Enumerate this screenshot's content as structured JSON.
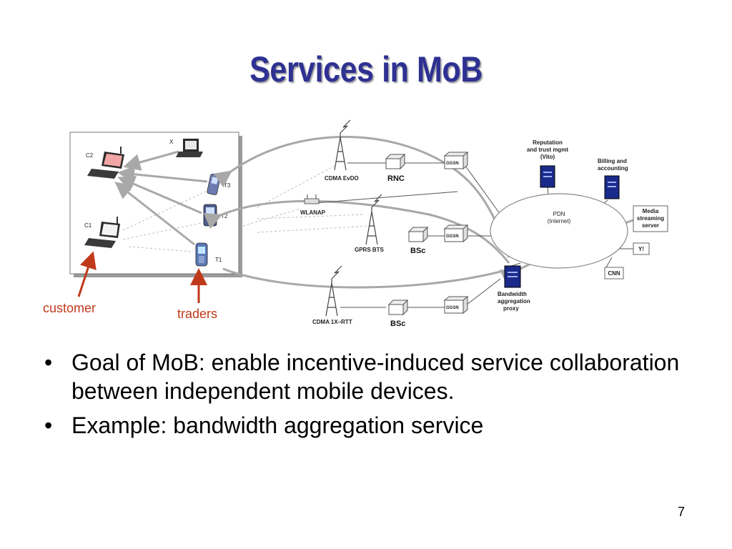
{
  "slide": {
    "title": "Services in MoB",
    "page_number": "7"
  },
  "diagram": {
    "devices": {
      "c2": "C2",
      "c1": "C1",
      "x": "X",
      "t3": "T3",
      "t2": "T2",
      "t1": "T1"
    },
    "network": {
      "cdma_evdo": "CDMA EvDO",
      "rnc": "RNC",
      "ggsn_top": "GGSN",
      "wlanap": "WLANAP",
      "gprs_bts": "GPRS BTS",
      "bsc_mid": "BSc",
      "ggsn_mid": "GGSN",
      "cdma_1x": "CDMA 1X–RTT",
      "bsc_bottom": "BSc",
      "ggsn_bottom": "GGSN",
      "reputation": [
        "Reputation",
        "and trust mgmt",
        "(Vito)"
      ],
      "billing": [
        "Billing and",
        "accounting"
      ],
      "pdn": [
        "PDN",
        "(Internet)"
      ],
      "media": [
        "Media",
        "streaming",
        "server"
      ],
      "yahoo": "Y!",
      "cnn": "CNN",
      "proxy": [
        "Bandwidth",
        "aggregation",
        "proxy"
      ]
    },
    "annotations": {
      "customer": "customer",
      "traders": "traders"
    }
  },
  "bullets": [
    {
      "marker": "•",
      "text": "Goal of MoB: enable incentive-induced service collaboration between independent mobile devices."
    },
    {
      "marker": "•",
      "text": "Example: bandwidth aggregation service"
    }
  ],
  "colors": {
    "title": "#2e3192",
    "annotation_red": "#c0391b",
    "server_blue": "#1a2a8a",
    "link_gray": "#a8a8a8"
  }
}
